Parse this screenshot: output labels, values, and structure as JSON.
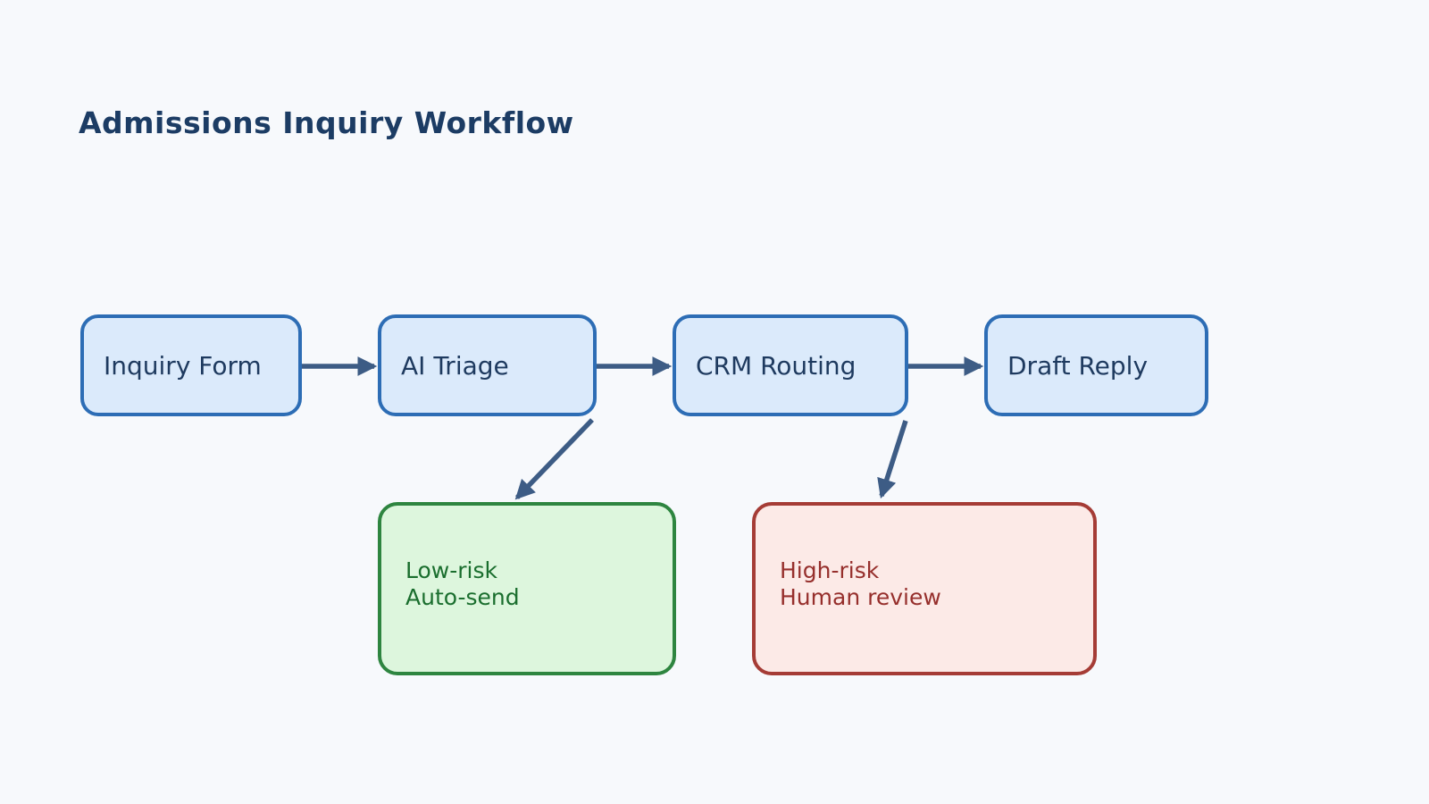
{
  "title": "Admissions Inquiry Workflow",
  "colors": {
    "background": "#f7f9fc",
    "node_fill": "#dbeafb",
    "node_border": "#2d6db5",
    "node_text": "#1e3a5f",
    "arrow": "#3d5c85",
    "low_risk_fill": "#ddf6dd",
    "low_risk_border": "#2e8540",
    "low_risk_text": "#1a6e2e",
    "high_risk_fill": "#fceae7",
    "high_risk_border": "#a53c36",
    "high_risk_text": "#962f2c",
    "title_text": "#1c3c64"
  },
  "nodes": {
    "inquiry_form": {
      "label": "Inquiry Form"
    },
    "ai_triage": {
      "label": "AI Triage"
    },
    "crm_routing": {
      "label": "CRM Routing"
    },
    "draft_reply": {
      "label": "Draft Reply"
    },
    "low_risk": {
      "line1": "Low-risk",
      "line2": "Auto-send"
    },
    "high_risk": {
      "line1": "High-risk",
      "line2": "Human review"
    }
  }
}
